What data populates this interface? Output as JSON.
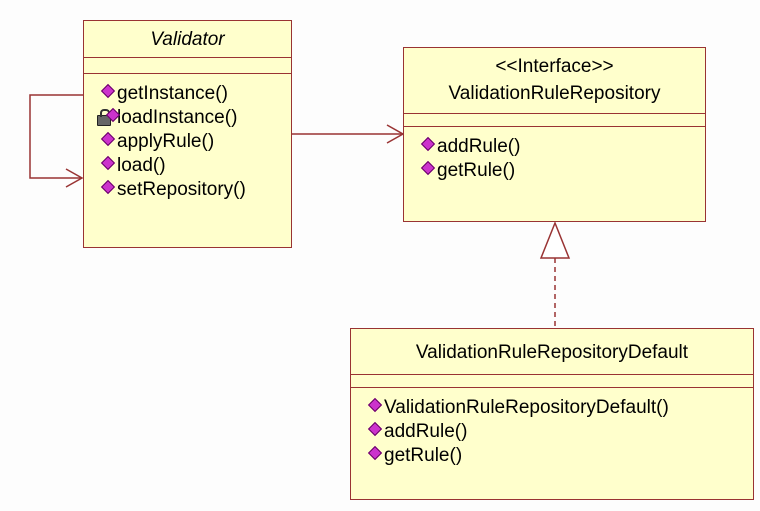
{
  "colors": {
    "class_fill": "#ffffcc",
    "class_border": "#993333",
    "operation_icon": "#cc33cc"
  },
  "classes": {
    "validator": {
      "name": "Validator",
      "operations": [
        "getInstance()",
        "loadInstance()",
        "applyRule()",
        "load()",
        "setRepository()"
      ]
    },
    "repository": {
      "stereotype": "<<Interface>>",
      "name": "ValidationRuleRepository",
      "operations": [
        "addRule()",
        "getRule()"
      ]
    },
    "repository_default": {
      "name": "ValidationRuleRepositoryDefault",
      "operations": [
        "ValidationRuleRepositoryDefault()",
        "addRule()",
        "getRule()"
      ]
    }
  },
  "icons": {
    "public_operation": "magenta-diamond-icon",
    "protected_operation": "lock-icon"
  },
  "relationships": [
    {
      "type": "self-association",
      "from": "Validator",
      "to": "Validator"
    },
    {
      "type": "association",
      "from": "Validator",
      "to": "ValidationRuleRepository"
    },
    {
      "type": "realization",
      "from": "ValidationRuleRepositoryDefault",
      "to": "ValidationRuleRepository"
    }
  ]
}
